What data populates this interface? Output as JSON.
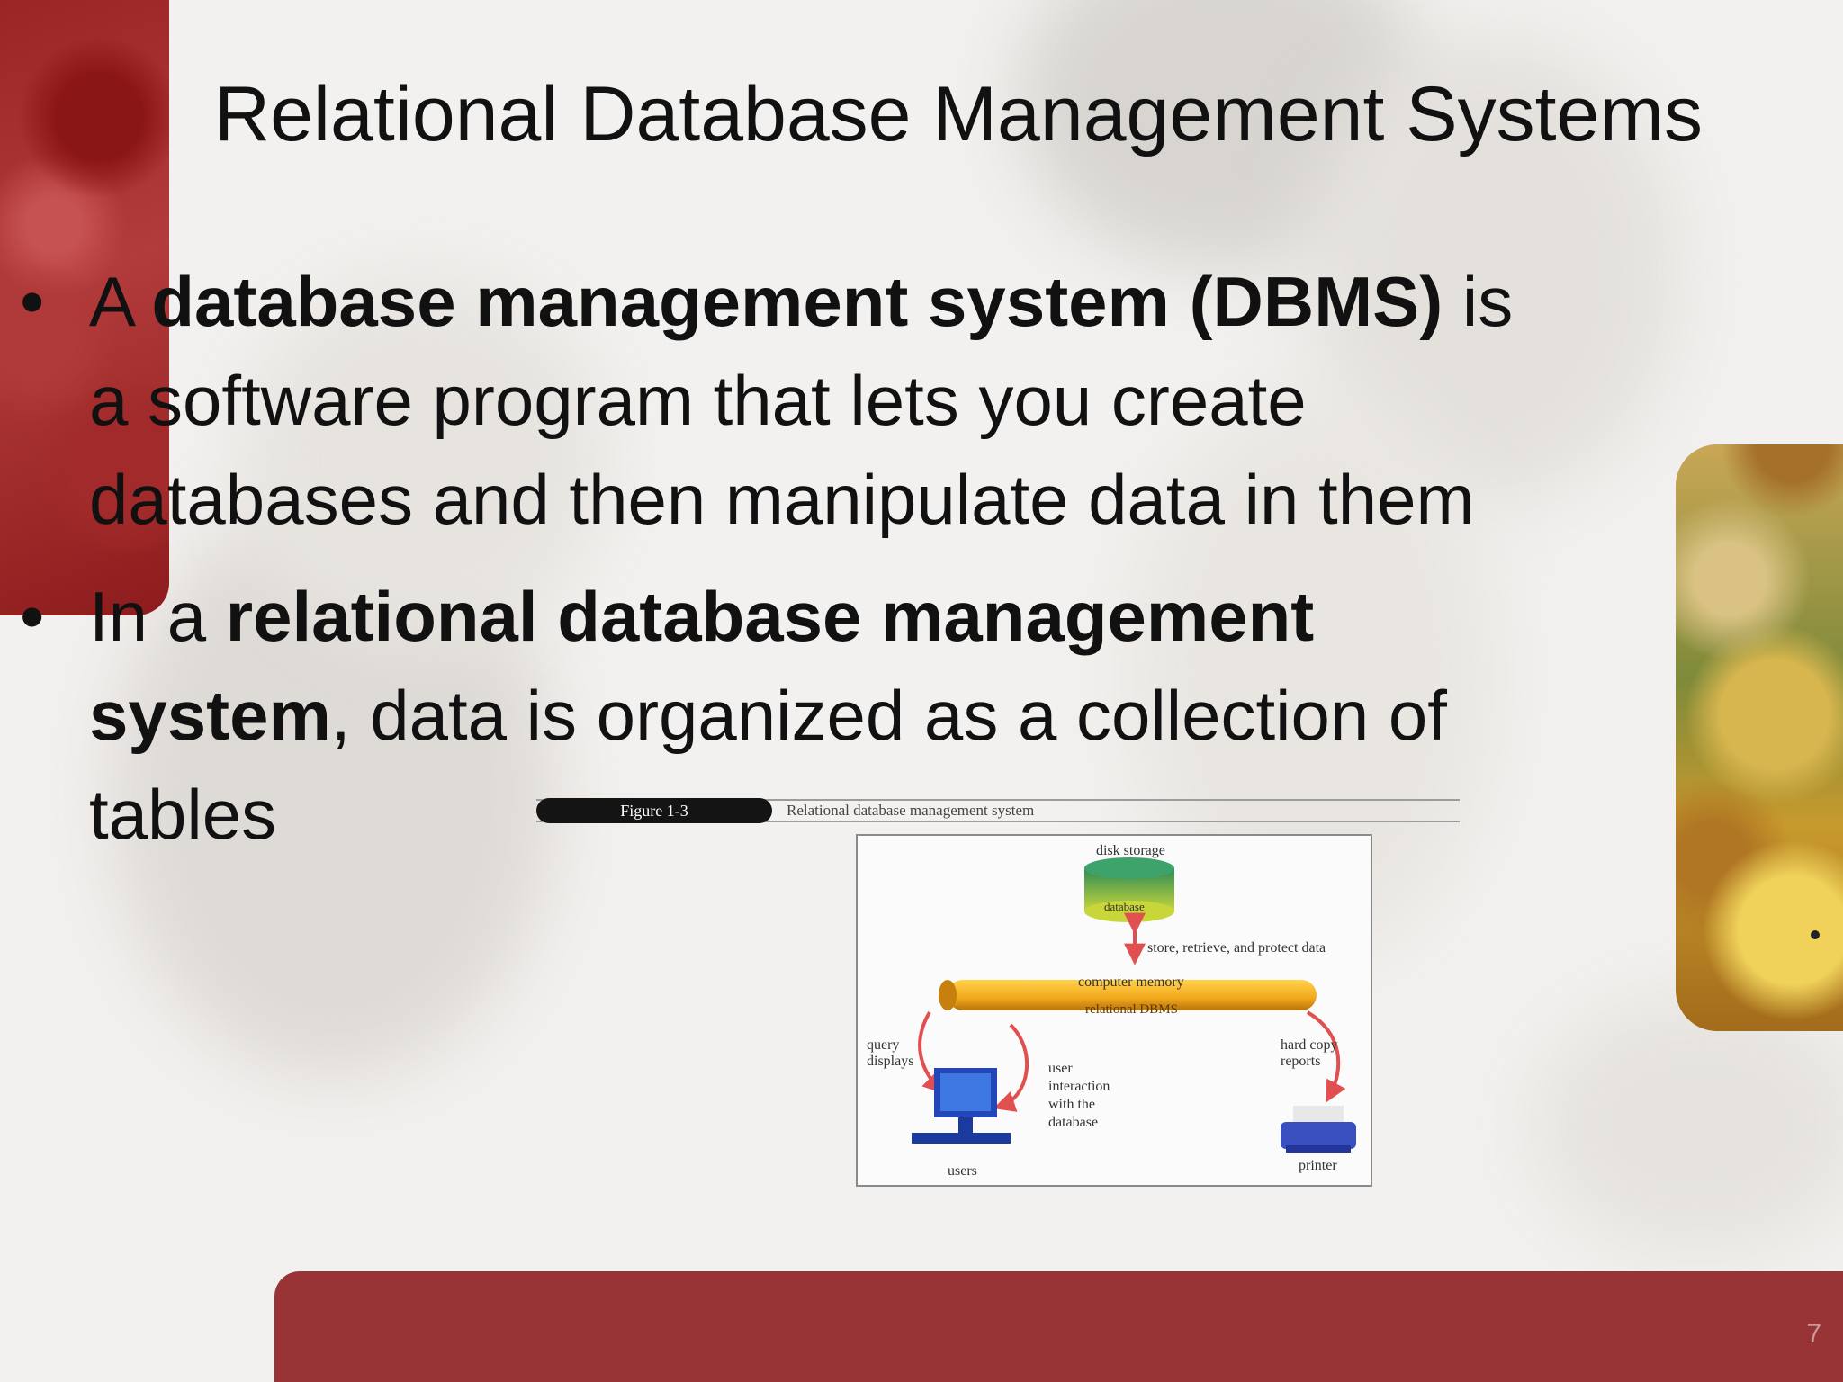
{
  "slide": {
    "title": "Relational Database Management Systems",
    "page_number": "7"
  },
  "bullets": [
    {
      "lead": "A ",
      "bold": "database management system (DBMS)",
      "tail": " is a software program that lets you create databases and then manipulate data in them"
    },
    {
      "lead": "In a ",
      "bold": "relational database management system",
      "tail": ", data is organized as a collection of tables"
    }
  ],
  "figure": {
    "tag": "Figure 1-3",
    "caption": "Relational database management system",
    "labels": {
      "disk_storage": "disk storage",
      "database": "database",
      "store": "store, retrieve, and protect data",
      "computer_memory": "computer memory",
      "rdbms": "relational DBMS",
      "query": "query",
      "displays": "displays",
      "user": "user",
      "interaction": "interaction",
      "with_the": "with the",
      "database2": "database",
      "hard_copy": "hard copy",
      "reports": "reports",
      "users": "users",
      "printer": "printer"
    },
    "colors": {
      "cylinder_top": "#2e8b57",
      "cylinder_body": "#c8d63a",
      "pipe": "#f2a81d",
      "arrow": "#e05050",
      "computer": "#2346b8",
      "printer": "#3a4fc0"
    }
  }
}
